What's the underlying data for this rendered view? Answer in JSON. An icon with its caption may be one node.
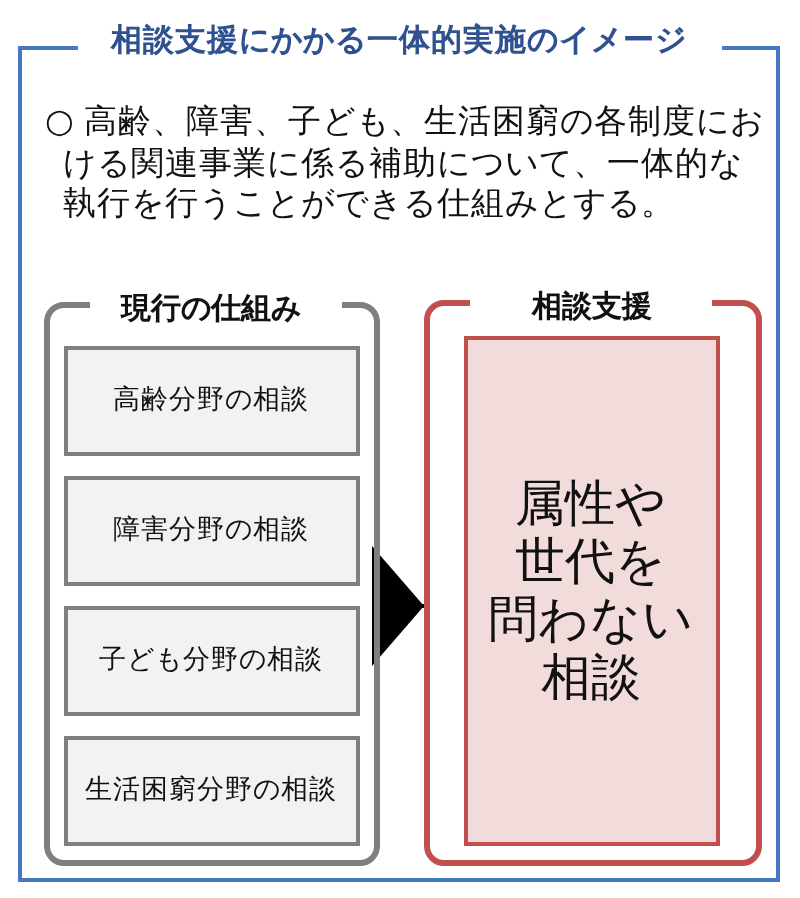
{
  "diagram": {
    "nodes": [
      {
        "text": [
          "相談支援にかかる一体的実施のイメージ",
          "○ 高齢、障害、子ども、生活困窮の各制度における関連事業に係る補助について、一体的な執行を行うことができる仕組みとする。"
        ]
      },
      {
        "text": [
          "現行の仕組み"
        ],
        "in": 0
      },
      {
        "text": [
          "高齢分野の相談"
        ],
        "in": 1
      },
      {
        "text": [
          "障害分野の相談"
        ],
        "in": 1
      },
      {
        "text": [
          "子ども分野の相談"
        ],
        "in": 1
      },
      {
        "text": [
          "生活困窮分野の相談"
        ],
        "in": 1
      },
      {
        "text": [
          "相談支援"
        ],
        "in": 0
      },
      {
        "text": [
          "属性や世代を問わない相談"
        ],
        "in": 6
      }
    ],
    "edges": [
      {
        "from": 1,
        "to": 6,
        "arrow": "to"
      }
    ]
  }
}
